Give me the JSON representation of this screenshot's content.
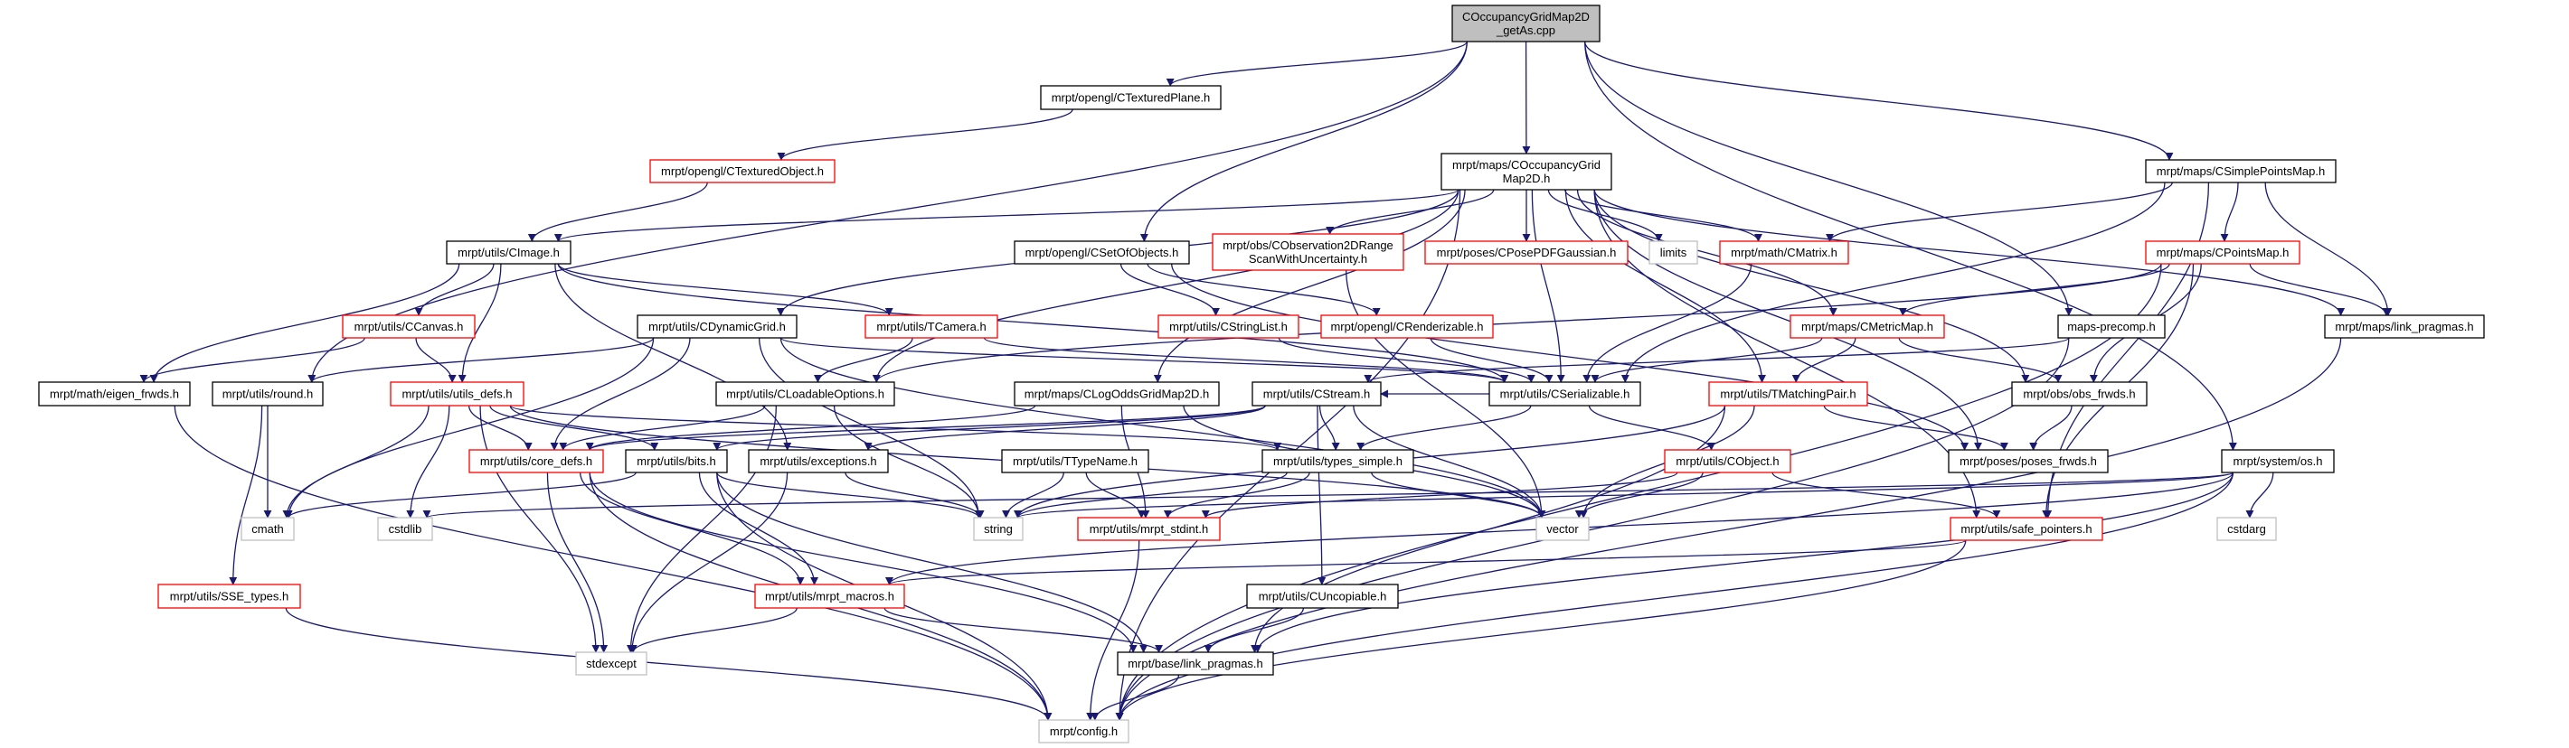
{
  "title": "COccupancyGridMap2D_getAs.cpp include dependency graph",
  "colors": {
    "edge": "#191970",
    "root_fill": "#bfbfbf",
    "red_border": "#ff0000",
    "black_border": "#000000",
    "gray_border": "#bfbfbf"
  },
  "nodes": [
    {
      "id": "root",
      "kind": "root",
      "lines": [
        "COccupancyGridMap2D",
        "_getAs.cpp"
      ]
    },
    {
      "id": "ctexturedplane",
      "kind": "normal",
      "lines": [
        "mrpt/opengl/CTexturedPlane.h"
      ]
    },
    {
      "id": "coccgrid",
      "kind": "normal",
      "lines": [
        "mrpt/maps/COccupancyGrid",
        "Map2D.h"
      ]
    },
    {
      "id": "csimplepointsmap",
      "kind": "normal",
      "lines": [
        "mrpt/maps/CSimplePointsMap.h"
      ]
    },
    {
      "id": "ctexturedobject",
      "kind": "red",
      "lines": [
        "mrpt/opengl/CTexturedObject.h"
      ]
    },
    {
      "id": "cimage",
      "kind": "normal",
      "lines": [
        "mrpt/utils/CImage.h"
      ]
    },
    {
      "id": "csetofobjects",
      "kind": "normal",
      "lines": [
        "mrpt/opengl/CSetOfObjects.h"
      ]
    },
    {
      "id": "cobs2drange",
      "kind": "red",
      "lines": [
        "mrpt/obs/CObservation2DRange",
        "ScanWithUncertainty.h"
      ]
    },
    {
      "id": "cposepdfgaussian",
      "kind": "red",
      "lines": [
        "mrpt/poses/CPosePDFGaussian.h"
      ]
    },
    {
      "id": "limits",
      "kind": "sys",
      "lines": [
        "limits"
      ]
    },
    {
      "id": "cmatrix",
      "kind": "red",
      "lines": [
        "mrpt/math/CMatrix.h"
      ]
    },
    {
      "id": "cpointsmap",
      "kind": "red",
      "lines": [
        "mrpt/maps/CPointsMap.h"
      ]
    },
    {
      "id": "ccanvas",
      "kind": "red",
      "lines": [
        "mrpt/utils/CCanvas.h"
      ]
    },
    {
      "id": "cdynamicgrid",
      "kind": "normal",
      "lines": [
        "mrpt/utils/CDynamicGrid.h"
      ]
    },
    {
      "id": "tcamera",
      "kind": "red",
      "lines": [
        "mrpt/utils/TCamera.h"
      ]
    },
    {
      "id": "cstringlist",
      "kind": "red",
      "lines": [
        "mrpt/utils/CStringList.h"
      ]
    },
    {
      "id": "crenderizable",
      "kind": "red",
      "lines": [
        "mrpt/opengl/CRenderizable.h"
      ]
    },
    {
      "id": "cmetricmap",
      "kind": "red",
      "lines": [
        "mrpt/maps/CMetricMap.h"
      ]
    },
    {
      "id": "mapsprecomp",
      "kind": "normal",
      "lines": [
        "maps-precomp.h"
      ]
    },
    {
      "id": "mapslinkpragmas",
      "kind": "normal",
      "lines": [
        "mrpt/maps/link_pragmas.h"
      ]
    },
    {
      "id": "eigenfrwds",
      "kind": "normal",
      "lines": [
        "mrpt/math/eigen_frwds.h"
      ]
    },
    {
      "id": "round",
      "kind": "normal",
      "lines": [
        "mrpt/utils/round.h"
      ]
    },
    {
      "id": "utilsdefs",
      "kind": "red",
      "lines": [
        "mrpt/utils/utils_defs.h"
      ]
    },
    {
      "id": "cloadableoptions",
      "kind": "normal",
      "lines": [
        "mrpt/utils/CLoadableOptions.h"
      ]
    },
    {
      "id": "clogodds",
      "kind": "normal",
      "lines": [
        "mrpt/maps/CLogOddsGridMap2D.h"
      ]
    },
    {
      "id": "cstream",
      "kind": "normal",
      "lines": [
        "mrpt/utils/CStream.h"
      ]
    },
    {
      "id": "cserializable",
      "kind": "normal",
      "lines": [
        "mrpt/utils/CSerializable.h"
      ]
    },
    {
      "id": "tmatchingpair",
      "kind": "red",
      "lines": [
        "mrpt/utils/TMatchingPair.h"
      ]
    },
    {
      "id": "obsfrwds",
      "kind": "normal",
      "lines": [
        "mrpt/obs/obs_frwds.h"
      ]
    },
    {
      "id": "coredefs",
      "kind": "red",
      "lines": [
        "mrpt/utils/core_defs.h"
      ]
    },
    {
      "id": "bits",
      "kind": "normal",
      "lines": [
        "mrpt/utils/bits.h"
      ]
    },
    {
      "id": "exceptions",
      "kind": "normal",
      "lines": [
        "mrpt/utils/exceptions.h"
      ]
    },
    {
      "id": "ttypename",
      "kind": "normal",
      "lines": [
        "mrpt/utils/TTypeName.h"
      ]
    },
    {
      "id": "typessimple",
      "kind": "normal",
      "lines": [
        "mrpt/utils/types_simple.h"
      ]
    },
    {
      "id": "cobject",
      "kind": "red",
      "lines": [
        "mrpt/utils/CObject.h"
      ]
    },
    {
      "id": "posesfrwds",
      "kind": "normal",
      "lines": [
        "mrpt/poses/poses_frwds.h"
      ]
    },
    {
      "id": "os",
      "kind": "normal",
      "lines": [
        "mrpt/system/os.h"
      ]
    },
    {
      "id": "cmath",
      "kind": "sys",
      "lines": [
        "cmath"
      ]
    },
    {
      "id": "cstdlib",
      "kind": "sys",
      "lines": [
        "cstdlib"
      ]
    },
    {
      "id": "string",
      "kind": "sys",
      "lines": [
        "string"
      ]
    },
    {
      "id": "mrptstdint",
      "kind": "red",
      "lines": [
        "mrpt/utils/mrpt_stdint.h"
      ]
    },
    {
      "id": "vector",
      "kind": "sys",
      "lines": [
        "vector"
      ]
    },
    {
      "id": "safepointers",
      "kind": "red",
      "lines": [
        "mrpt/utils/safe_pointers.h"
      ]
    },
    {
      "id": "cstdarg",
      "kind": "sys",
      "lines": [
        "cstdarg"
      ]
    },
    {
      "id": "ssetypes",
      "kind": "red",
      "lines": [
        "mrpt/utils/SSE_types.h"
      ]
    },
    {
      "id": "mrptmacros",
      "kind": "red",
      "lines": [
        "mrpt/utils/mrpt_macros.h"
      ]
    },
    {
      "id": "cuncopiable",
      "kind": "normal",
      "lines": [
        "mrpt/utils/CUncopiable.h"
      ]
    },
    {
      "id": "stdexcept",
      "kind": "sys",
      "lines": [
        "stdexcept"
      ]
    },
    {
      "id": "baselinkpragmas",
      "kind": "normal",
      "lines": [
        "mrpt/base/link_pragmas.h"
      ]
    },
    {
      "id": "config",
      "kind": "sys",
      "lines": [
        "mrpt/config.h"
      ]
    }
  ],
  "edges": [
    [
      "root",
      "ctexturedplane"
    ],
    [
      "root",
      "coccgrid"
    ],
    [
      "root",
      "csetofobjects"
    ],
    [
      "root",
      "csimplepointsmap"
    ],
    [
      "root",
      "mapsprecomp"
    ],
    [
      "root",
      "os"
    ],
    [
      "root",
      "round"
    ],
    [
      "ctexturedplane",
      "ctexturedobject"
    ],
    [
      "ctexturedobject",
      "cimage"
    ],
    [
      "coccgrid",
      "cimage"
    ],
    [
      "coccgrid",
      "cdynamicgrid"
    ],
    [
      "coccgrid",
      "cloadableoptions"
    ],
    [
      "coccgrid",
      "clogodds"
    ],
    [
      "coccgrid",
      "cserializable"
    ],
    [
      "coccgrid",
      "cobs2drange"
    ],
    [
      "coccgrid",
      "cposepdfgaussian"
    ],
    [
      "coccgrid",
      "limits"
    ],
    [
      "coccgrid",
      "cmatrix"
    ],
    [
      "coccgrid",
      "cmetricmap"
    ],
    [
      "coccgrid",
      "tmatchingpair"
    ],
    [
      "coccgrid",
      "posesfrwds"
    ],
    [
      "coccgrid",
      "obsfrwds"
    ],
    [
      "coccgrid",
      "safepointers"
    ],
    [
      "coccgrid",
      "mapslinkpragmas"
    ],
    [
      "coccgrid",
      "config"
    ],
    [
      "cimage",
      "eigenfrwds"
    ],
    [
      "cimage",
      "ccanvas"
    ],
    [
      "cimage",
      "utilsdefs"
    ],
    [
      "cimage",
      "exceptions"
    ],
    [
      "cimage",
      "tcamera"
    ],
    [
      "cimage",
      "cserializable"
    ],
    [
      "ccanvas",
      "eigenfrwds"
    ],
    [
      "ccanvas",
      "utilsdefs"
    ],
    [
      "cdynamicgrid",
      "round"
    ],
    [
      "cdynamicgrid",
      "cmath"
    ],
    [
      "cdynamicgrid",
      "coredefs"
    ],
    [
      "cdynamicgrid",
      "string"
    ],
    [
      "cdynamicgrid",
      "vector"
    ],
    [
      "cdynamicgrid",
      "cserializable"
    ],
    [
      "tcamera",
      "cloadableoptions"
    ],
    [
      "tcamera",
      "cserializable"
    ],
    [
      "csetofobjects",
      "cstringlist"
    ],
    [
      "csetofobjects",
      "crenderizable"
    ],
    [
      "csetofobjects",
      "posesfrwds"
    ],
    [
      "cstringlist",
      "cserializable"
    ],
    [
      "crenderizable",
      "cserializable"
    ],
    [
      "cobs2drange",
      "vector"
    ],
    [
      "cmatrix",
      "cserializable"
    ],
    [
      "csimplepointsmap",
      "cmatrix"
    ],
    [
      "csimplepointsmap",
      "cpointsmap"
    ],
    [
      "csimplepointsmap",
      "mapslinkpragmas"
    ],
    [
      "csimplepointsmap",
      "safepointers"
    ],
    [
      "csimplepointsmap",
      "cserializable"
    ],
    [
      "cpointsmap",
      "cmetricmap"
    ],
    [
      "cpointsmap",
      "mapslinkpragmas"
    ],
    [
      "cpointsmap",
      "obsfrwds"
    ],
    [
      "cpointsmap",
      "cloadableoptions"
    ],
    [
      "cpointsmap",
      "safepointers"
    ],
    [
      "cpointsmap",
      "config"
    ],
    [
      "cmetricmap",
      "cserializable"
    ],
    [
      "cmetricmap",
      "tmatchingpair"
    ],
    [
      "cmetricmap",
      "obsfrwds"
    ],
    [
      "mapsprecomp",
      "cstream"
    ],
    [
      "mapsprecomp",
      "config"
    ],
    [
      "mapslinkpragmas",
      "config"
    ],
    [
      "cloadableoptions",
      "coredefs"
    ],
    [
      "cloadableoptions",
      "string"
    ],
    [
      "cloadableoptions",
      "stdexcept"
    ],
    [
      "round",
      "cmath"
    ],
    [
      "round",
      "ssetypes"
    ],
    [
      "eigenfrwds",
      "config"
    ],
    [
      "utilsdefs",
      "coredefs"
    ],
    [
      "utilsdefs",
      "bits"
    ],
    [
      "utilsdefs",
      "cmath"
    ],
    [
      "utilsdefs",
      "cstdlib"
    ],
    [
      "utilsdefs",
      "stdexcept"
    ],
    [
      "utilsdefs",
      "typessimple"
    ],
    [
      "utilsdefs",
      "vector"
    ],
    [
      "clogodds",
      "mrptstdint"
    ],
    [
      "clogodds",
      "coredefs"
    ],
    [
      "clogodds",
      "vector"
    ],
    [
      "cstream",
      "coredefs"
    ],
    [
      "cstream",
      "bits"
    ],
    [
      "cstream",
      "exceptions"
    ],
    [
      "cstream",
      "typessimple"
    ],
    [
      "cstream",
      "vector"
    ],
    [
      "cstream",
      "cuncopiable"
    ],
    [
      "cserializable",
      "cstream"
    ],
    [
      "cserializable",
      "typessimple"
    ],
    [
      "cserializable",
      "cobject"
    ],
    [
      "tmatchingpair",
      "posesfrwds"
    ],
    [
      "tmatchingpair",
      "vector"
    ],
    [
      "tmatchingpair",
      "string"
    ],
    [
      "tmatchingpair",
      "baselinkpragmas"
    ],
    [
      "obsfrwds",
      "posesfrwds"
    ],
    [
      "coredefs",
      "mrptmacros"
    ],
    [
      "coredefs",
      "config"
    ],
    [
      "coredefs",
      "baselinkpragmas"
    ],
    [
      "coredefs",
      "stdexcept"
    ],
    [
      "bits",
      "cmath"
    ],
    [
      "bits",
      "mrptmacros"
    ],
    [
      "bits",
      "config"
    ],
    [
      "bits",
      "baselinkpragmas"
    ],
    [
      "bits",
      "string"
    ],
    [
      "exceptions",
      "string"
    ],
    [
      "exceptions",
      "stdexcept"
    ],
    [
      "ttypename",
      "string"
    ],
    [
      "ttypename",
      "mrptstdint"
    ],
    [
      "typessimple",
      "string"
    ],
    [
      "typessimple",
      "mrptstdint"
    ],
    [
      "typessimple",
      "vector"
    ],
    [
      "cobject",
      "safepointers"
    ],
    [
      "cobject",
      "vector"
    ],
    [
      "cobject",
      "mrptstdint"
    ],
    [
      "os",
      "cstdarg"
    ],
    [
      "os",
      "cstdlib"
    ],
    [
      "os",
      "string"
    ],
    [
      "os",
      "mrptmacros"
    ],
    [
      "os",
      "baselinkpragmas"
    ],
    [
      "os",
      "config"
    ],
    [
      "safepointers",
      "mrptmacros"
    ],
    [
      "safepointers",
      "config"
    ],
    [
      "ssetypes",
      "config"
    ],
    [
      "mrptstdint",
      "config"
    ],
    [
      "mrptmacros",
      "stdexcept"
    ],
    [
      "mrptmacros",
      "baselinkpragmas"
    ],
    [
      "cuncopiable",
      "baselinkpragmas"
    ],
    [
      "baselinkpragmas",
      "config"
    ]
  ]
}
